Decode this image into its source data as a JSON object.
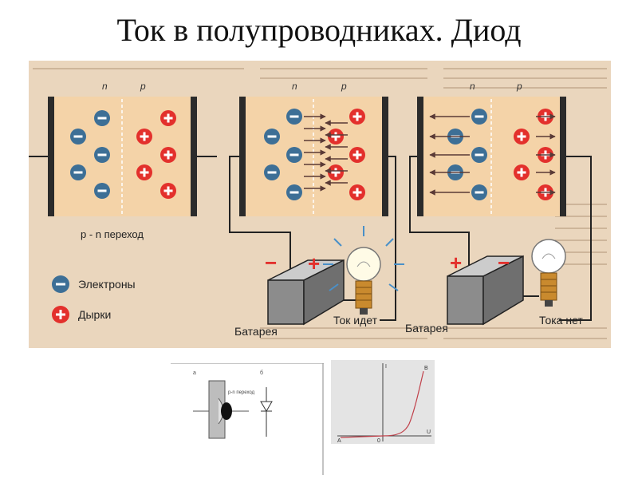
{
  "title": "Ток в полупроводниках. Диод",
  "labels": {
    "n": "n",
    "p": "p",
    "pn_junction": "p - n переход",
    "electrons": "Электроны",
    "holes": "Дырки",
    "battery": "Батарея",
    "current_flows": "Ток идет",
    "no_current": "Тока нет",
    "minus": "−",
    "plus": "+"
  },
  "diode_schematic": {
    "pn_label": "p-n переход"
  },
  "iv_curve": {
    "x_label": "U",
    "y_label": "I",
    "origin_label": "0",
    "point_a": "A",
    "point_b": "B"
  },
  "colors": {
    "crystal": "#f4d3a8",
    "electron": "#3d6f96",
    "hole": "#e3302c",
    "page_bg": "#e6cfb1",
    "curve": "#c0404a"
  }
}
